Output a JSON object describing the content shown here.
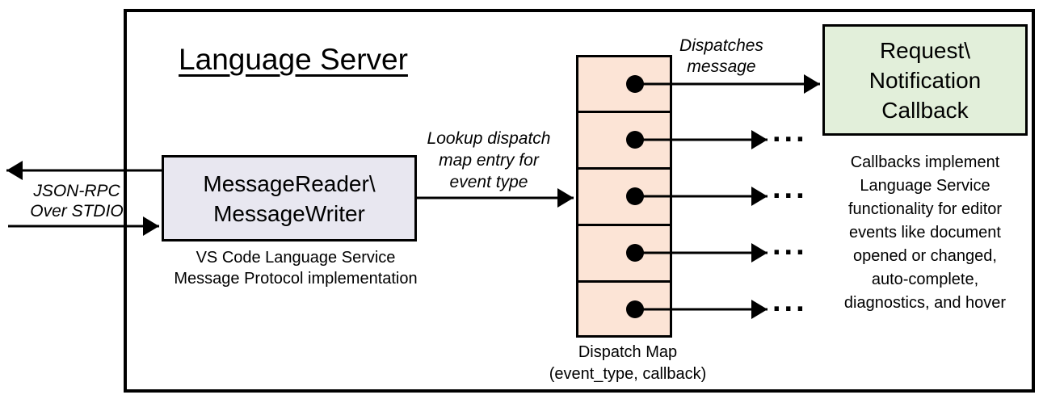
{
  "diagram": {
    "title": "Language Server",
    "io_label": "JSON-RPC\nOver STDIO",
    "reader_box_label": "MessageReader\\\nMessageWriter",
    "reader_caption": "VS Code Language Service\nMessage Protocol implementation",
    "lookup_label": "Lookup dispatch\nmap entry for\nevent type",
    "dispatches_label": "Dispatches\nmessage",
    "callback_box_label": "Request\\\nNotification\nCallback",
    "callback_caption": "Callbacks implement\nLanguage Service\nfunctionality for editor\nevents like document\nopened or changed,\nauto-complete,\ndiagnostics, and hover",
    "dispatch_map_caption": "Dispatch Map\n(event_type, callback)",
    "ellipsis": "...",
    "dispatch_map_cells": 5,
    "colors": {
      "reader_box_fill": "#E8E7F0",
      "dispatch_map_fill": "#FCE4D6",
      "callback_box_fill": "#E2EFDA",
      "line": "#000000",
      "background": "#FFFFFF"
    }
  }
}
